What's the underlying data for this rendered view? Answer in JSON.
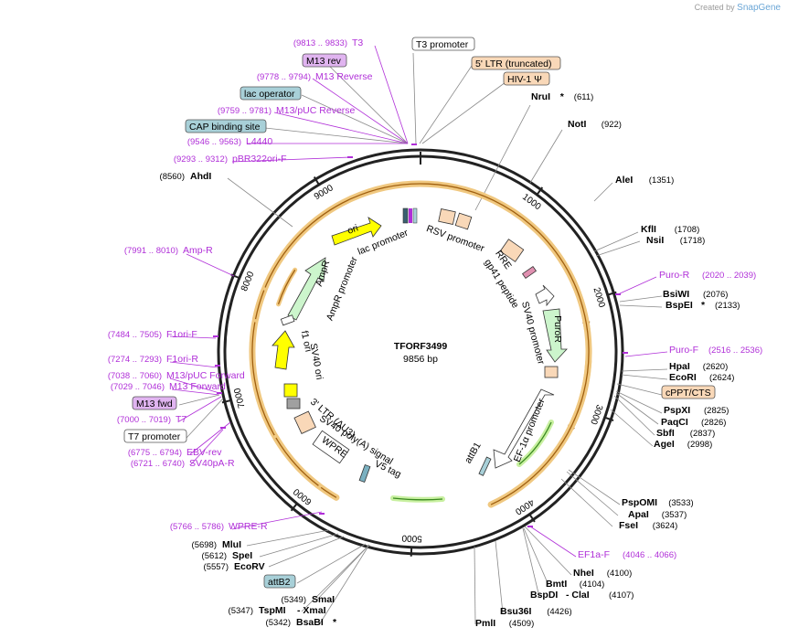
{
  "credit": {
    "prefix": "Created by",
    "brand": "SnapGene"
  },
  "plasmid": {
    "name": "TFORF3499",
    "size_label": "9856 bp",
    "length": 9856
  },
  "scale_ticks": [
    "1000",
    "2000",
    "3000",
    "4000",
    "5000",
    "6000",
    "7000",
    "8000",
    "9000"
  ],
  "colors": {
    "primer": "#b02fd8",
    "feature_yellow": "#ffff00",
    "feature_green": "#ccf5cc",
    "feature_peach": "#f9d8b8",
    "feature_gray": "#a0a0a0",
    "orf_orange": "#f0c880",
    "orf_green": "#c8f0a0",
    "lac_blue": "#a8d0d8",
    "box_lilac": "#e0b4f0"
  },
  "boxed_labels": [
    {
      "id": "t3promoter",
      "text": "T3 promoter",
      "fill": "#ffffff"
    },
    {
      "id": "ltr5",
      "text": "5' LTR (truncated)",
      "fill": "#f9d8b8"
    },
    {
      "id": "hiv",
      "text": "HIV-1 Ψ",
      "fill": "#f9d8b8"
    },
    {
      "id": "m13rev",
      "text": "M13 rev",
      "fill": "#e0b4f0"
    },
    {
      "id": "lacop",
      "text": "lac operator",
      "fill": "#a8d0d8"
    },
    {
      "id": "cap",
      "text": "CAP binding site",
      "fill": "#a8d0d8"
    },
    {
      "id": "cppt",
      "text": "cPPT/CTS",
      "fill": "#f9d8b8"
    },
    {
      "id": "m13fwd",
      "text": "M13 fwd",
      "fill": "#e0b4f0"
    },
    {
      "id": "t7promoter",
      "text": "T7 promoter",
      "fill": "#ffffff"
    },
    {
      "id": "attb2",
      "text": "attB2",
      "fill": "#a8d0d8"
    }
  ],
  "primers": [
    {
      "range": "(9813 .. 9833)",
      "name": "T3"
    },
    {
      "range": "(9778 .. 9794)",
      "name": "M13 Reverse"
    },
    {
      "range": "(9759 .. 9781)",
      "name": "M13/pUC Reverse"
    },
    {
      "range": "(9546 .. 9563)",
      "name": "L4440"
    },
    {
      "range": "(9293 .. 9312)",
      "name": "pBR322ori-F"
    },
    {
      "range": "(7991 .. 8010)",
      "name": "Amp-R"
    },
    {
      "range": "(7484 .. 7505)",
      "name": "F1ori-F"
    },
    {
      "range": "(7274 .. 7293)",
      "name": "F1ori-R"
    },
    {
      "range": "(7038 .. 7060)",
      "name": "M13/pUC Forward"
    },
    {
      "range": "(7029 .. 7046)",
      "name": "M13 Forward"
    },
    {
      "range": "(7000 .. 7019)",
      "name": "T7"
    },
    {
      "range": "(6775 .. 6794)",
      "name": "EBV-rev"
    },
    {
      "range": "(6721 .. 6740)",
      "name": "SV40pA-R"
    },
    {
      "range": "(5766 .. 5786)",
      "name": "WPRE-R"
    },
    {
      "name": "Puro-R",
      "range": "(2020 .. 2039)"
    },
    {
      "name": "Puro-F",
      "range": "(2516 .. 2536)"
    },
    {
      "name": "EF1a-F",
      "range": "(4046 .. 4066)"
    }
  ],
  "enzymes_right": [
    {
      "name": "NruI",
      "star": "*",
      "pos": "(611)"
    },
    {
      "name": "NotI",
      "star": "",
      "pos": "(922)"
    },
    {
      "name": "AleI",
      "star": "",
      "pos": "(1351)"
    },
    {
      "name": "KflI",
      "star": "",
      "pos": "(1708)"
    },
    {
      "name": "NsiI",
      "star": "",
      "pos": "(1718)"
    },
    {
      "name": "BsiWI",
      "star": "",
      "pos": "(2076)"
    },
    {
      "name": "BspEI",
      "star": "*",
      "pos": "(2133)"
    },
    {
      "name": "HpaI",
      "star": "",
      "pos": "(2620)"
    },
    {
      "name": "EcoRI",
      "star": "",
      "pos": "(2624)"
    },
    {
      "name": "PspXI",
      "star": "",
      "pos": "(2825)"
    },
    {
      "name": "PaqCI",
      "star": "",
      "pos": "(2826)"
    },
    {
      "name": "SbfI",
      "star": "",
      "pos": "(2837)"
    },
    {
      "name": "AgeI",
      "star": "",
      "pos": "(2998)"
    },
    {
      "name": "PspOMI",
      "star": "",
      "pos": "(3533)"
    },
    {
      "name": "ApaI",
      "star": "",
      "pos": "(3537)"
    },
    {
      "name": "FseI",
      "star": "",
      "pos": "(3624)"
    },
    {
      "name": "NheI",
      "star": "",
      "pos": "(4100)"
    },
    {
      "name": "BmtI",
      "star": "",
      "pos": "(4104)"
    },
    {
      "name": "BspDI",
      "extra": "- ClaI",
      "pos": "(4107)"
    },
    {
      "name": "Bsu36I",
      "star": "",
      "pos": "(4426)"
    },
    {
      "name": "PmlI",
      "star": "",
      "pos": "(4509)"
    }
  ],
  "enzymes_left": [
    {
      "pos": "(8560)",
      "name": "AhdI"
    },
    {
      "pos": "(5698)",
      "name": "MluI"
    },
    {
      "pos": "(5612)",
      "name": "SpeI"
    },
    {
      "pos": "(5557)",
      "name": "EcoRV"
    },
    {
      "pos": "(5349)",
      "name": "SmaI"
    },
    {
      "pos": "(5347)",
      "name": "TspMI",
      "extra": "- XmaI"
    },
    {
      "pos": "(5342)",
      "name": "BsaBI",
      "star": "*"
    }
  ],
  "inner_labels": [
    "ori",
    "lac promoter",
    "RSV promoter",
    "RRE",
    "gp41 peptide",
    "SV40 promoter",
    "PuroR",
    "EF-1α promoter",
    "attB1",
    "V5 tag",
    "SV40 poly(A) signal",
    "3' LTR (ΔU3)",
    "WPRE",
    "SV40 ori",
    "f1 ori",
    "AmpR",
    "AmpR promoter"
  ]
}
